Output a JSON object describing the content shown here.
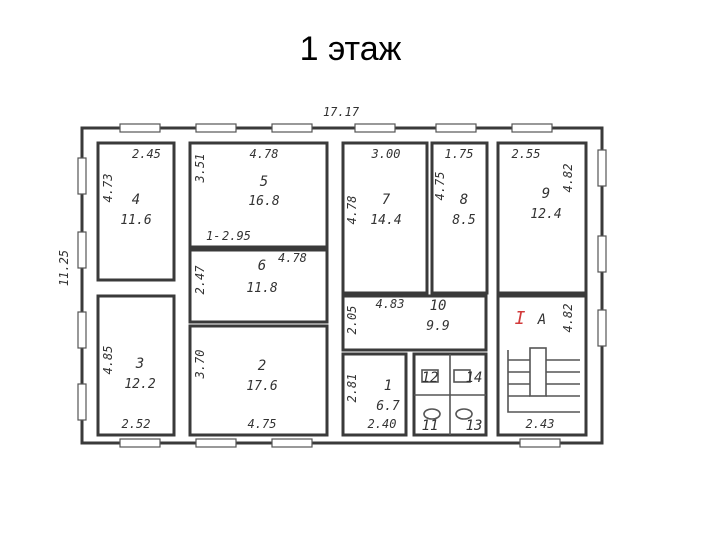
{
  "title": "1 этаж",
  "overall": {
    "width": "17.17",
    "depth": "11.25"
  },
  "rooms": [
    {
      "num": "4",
      "area": "11.6",
      "d1": "2.45",
      "d2": "4.73"
    },
    {
      "num": "5",
      "area": "16.8",
      "d1": "4.78",
      "d2": "3.51"
    },
    {
      "num": "6",
      "area": "11.8",
      "d1": "2.95",
      "d2": "4.78",
      "d3": "2.47",
      "prefix": "1-"
    },
    {
      "num": "7",
      "area": "14.4",
      "d1": "3.00",
      "d2": "4.78"
    },
    {
      "num": "8",
      "area": "8.5",
      "d1": "1.75",
      "d2": "4.75"
    },
    {
      "num": "9",
      "area": "12.4",
      "d1": "2.55",
      "d2": "4.82"
    },
    {
      "num": "3",
      "area": "12.2",
      "d1": "2.52",
      "d2": "4.85"
    },
    {
      "num": "2",
      "area": "17.6",
      "d1": "4.75",
      "d2": "3.70"
    },
    {
      "num": "10",
      "area": "9.9",
      "d1": "4.83",
      "d2": "2.05"
    },
    {
      "num": "1",
      "area": "6.7",
      "d1": "2.40",
      "d2": "2.81"
    },
    {
      "num": "12"
    },
    {
      "num": "14"
    },
    {
      "num": "11"
    },
    {
      "num": "13"
    },
    {
      "num": "А",
      "mark": "I",
      "d1": "2.43",
      "d2": "4.82"
    }
  ],
  "colors": {
    "wall": "#3a3a3a",
    "mark": "#d23a3a"
  }
}
